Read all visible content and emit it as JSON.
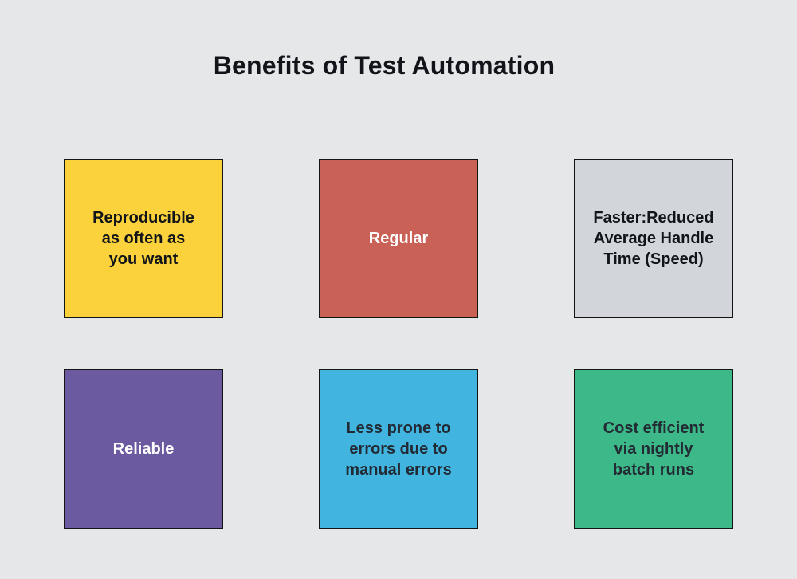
{
  "page": {
    "title": "Benefits of Test Automation",
    "background_color": "#e6e7e9",
    "border_color": "#141414",
    "title_color": "#111418"
  },
  "cards": [
    {
      "id": "reproducible",
      "label": "Reproducible\nas often as\nyou want",
      "bg": "#fbd23c",
      "text_color": "#111418"
    },
    {
      "id": "regular",
      "label": "Regular",
      "bg": "#c96156",
      "text_color": "#ffffff"
    },
    {
      "id": "faster",
      "label": "Faster:Reduced\nAverage Handle\nTime (Speed)",
      "bg": "#d2d6da",
      "text_color": "#111418"
    },
    {
      "id": "reliable",
      "label": "Reliable",
      "bg": "#6c5aa0",
      "text_color": "#ffffff"
    },
    {
      "id": "less-errors",
      "label": "Less prone to\nerrors due to\nmanual errors",
      "bg": "#42b4e0",
      "text_color": "#222a33"
    },
    {
      "id": "cost-efficient",
      "label": "Cost efficient\nvia nightly\nbatch runs",
      "bg": "#3db888",
      "text_color": "#222a33"
    }
  ]
}
